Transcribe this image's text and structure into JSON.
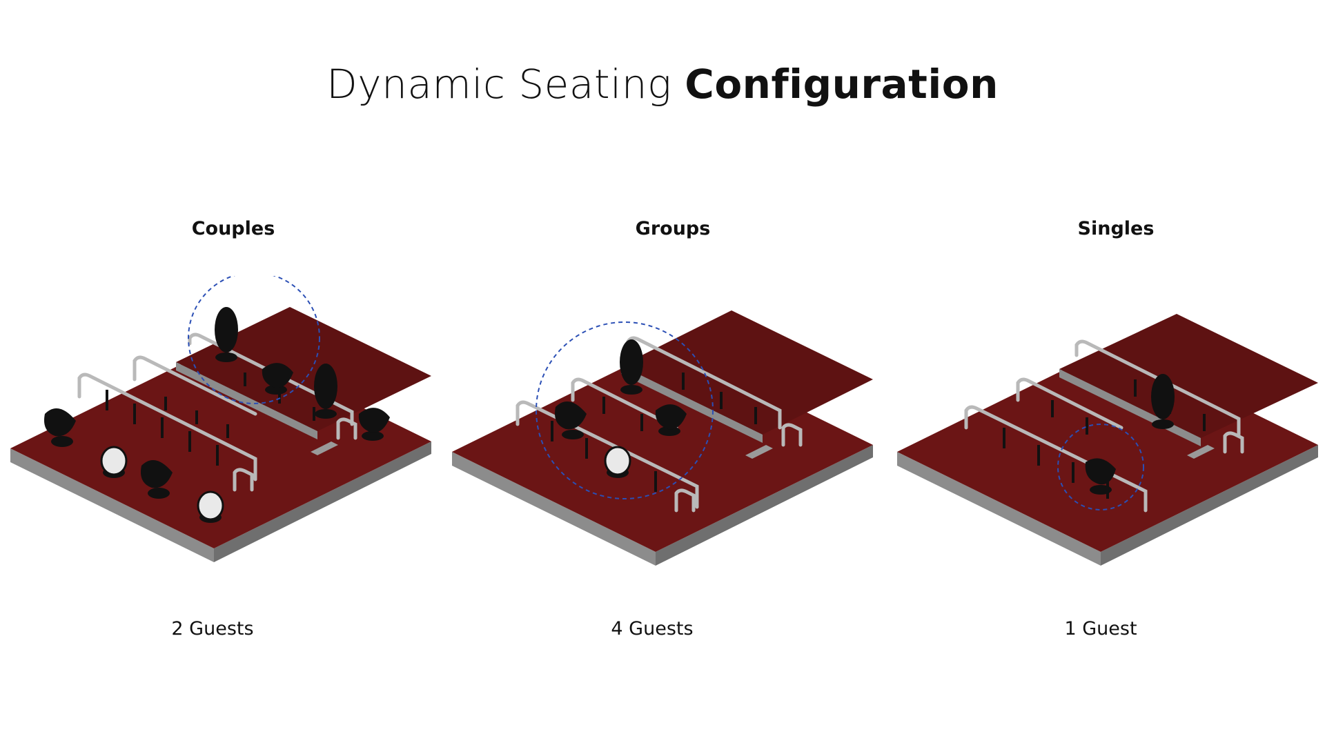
{
  "title": {
    "light": "Dynamic Seating ",
    "bold": "Configuration"
  },
  "panels": [
    {
      "label": "Couples",
      "guests": "2 Guests"
    },
    {
      "label": "Groups",
      "guests": "4 Guests"
    },
    {
      "label": "Singles",
      "guests": "1 Guest"
    }
  ],
  "colors": {
    "floor": "#6b1515",
    "floor_dark": "#4e0f0f",
    "base_side": "#8a8a8a",
    "rail": "#b9b9b9",
    "seat_dark": "#111111",
    "seat_light": "#e9e9e9",
    "highlight": "#2b4fb5"
  }
}
